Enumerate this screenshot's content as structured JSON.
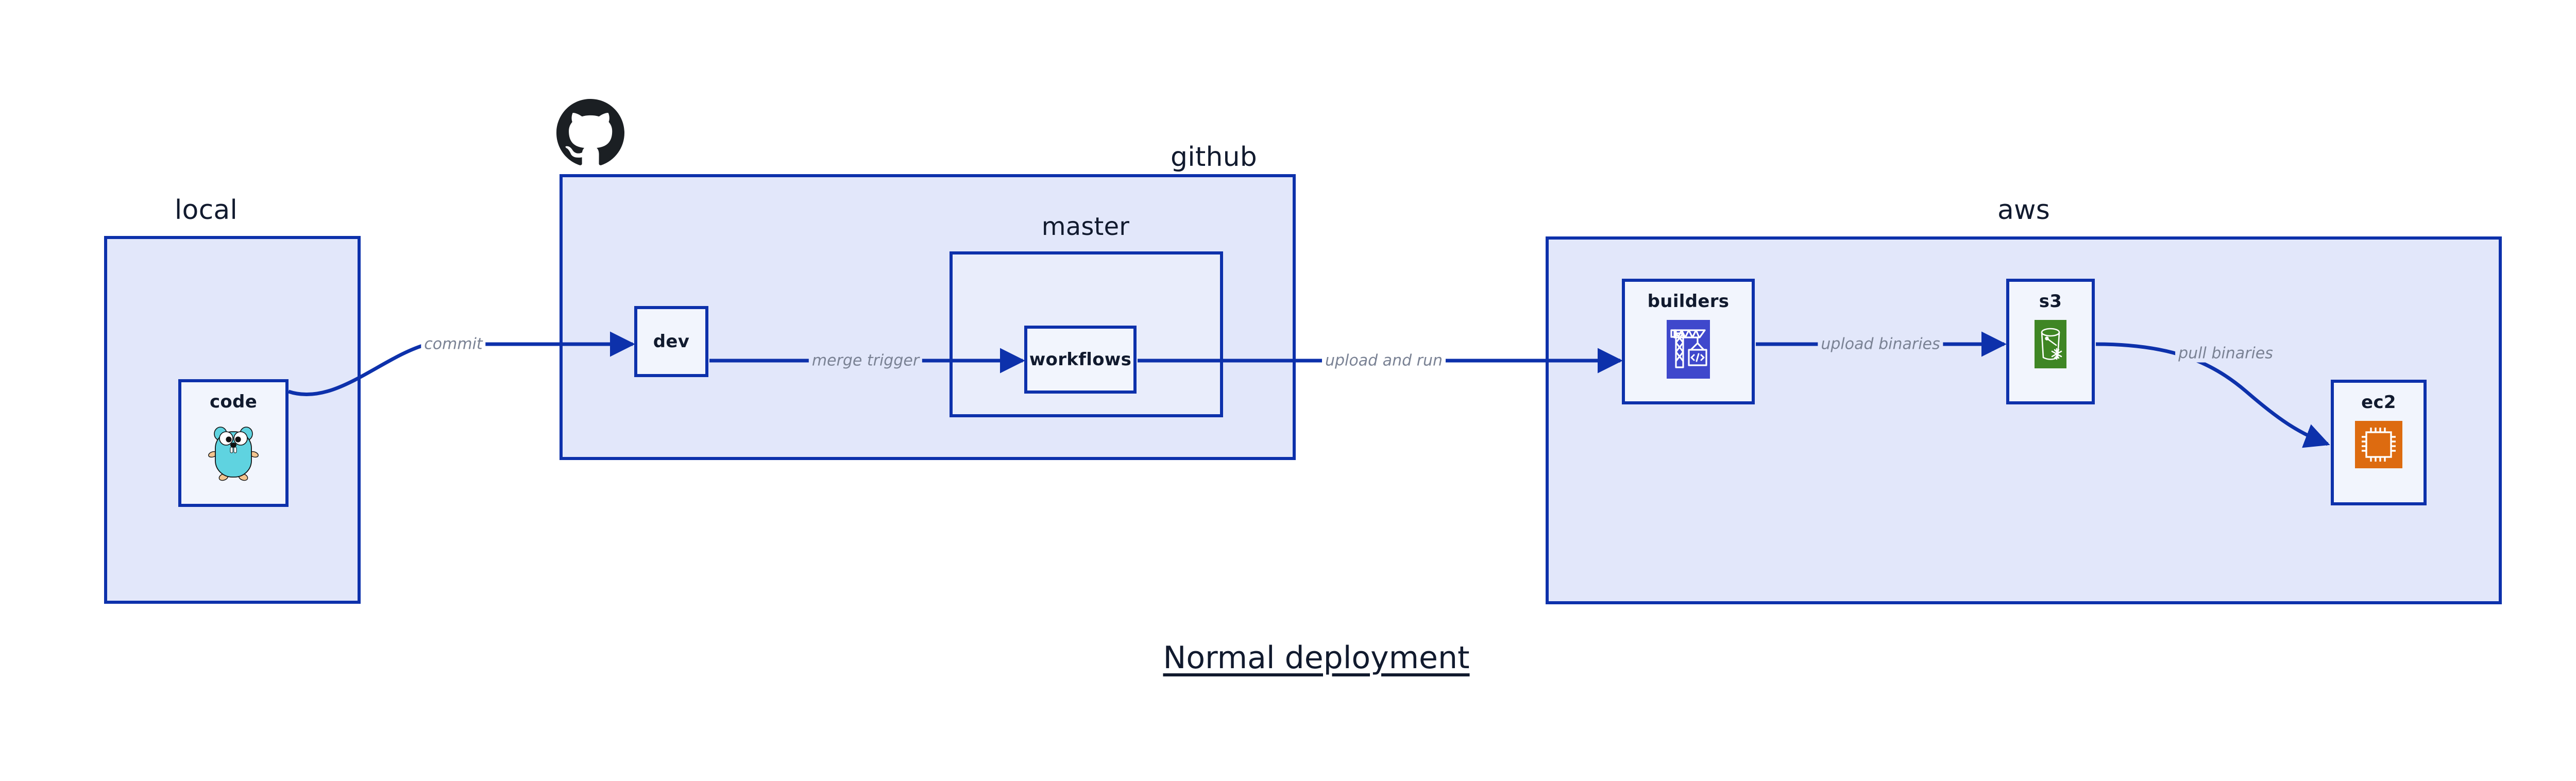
{
  "diagram": {
    "title": "Normal deployment",
    "colors": {
      "group_fill": "#e2e7fa",
      "nested_fill": "#e9edfb",
      "node_fill": "#f2f5fd",
      "stroke": "#0d31ab",
      "text": "#111a2e",
      "edge_label": "#7a8294",
      "codebuild_orange": "#3f48cc",
      "s3_green": "#3f8624",
      "ec2_orange": "#dd6b10",
      "gopher_cyan": "#5fd3e0",
      "github_black": "#1b1f23"
    }
  },
  "groups": [
    {
      "id": "local",
      "label": "local"
    },
    {
      "id": "github",
      "label": "github"
    },
    {
      "id": "master",
      "label": "master"
    },
    {
      "id": "aws",
      "label": "aws"
    }
  ],
  "nodes": [
    {
      "id": "code",
      "label": "code",
      "icon": "go-gopher-icon"
    },
    {
      "id": "dev",
      "label": "dev",
      "icon": "none"
    },
    {
      "id": "workflows",
      "label": "workflows",
      "icon": "none"
    },
    {
      "id": "builders",
      "label": "builders",
      "icon": "aws-codebuild-icon"
    },
    {
      "id": "s3",
      "label": "s3",
      "icon": "aws-s3-glacier-icon"
    },
    {
      "id": "ec2",
      "label": "ec2",
      "icon": "aws-ec2-icon"
    }
  ],
  "edges": [
    {
      "id": "code-to-dev",
      "from": "code",
      "to": "dev",
      "label": "commit"
    },
    {
      "id": "dev-to-workflows",
      "from": "dev",
      "to": "workflows",
      "label": "merge trigger"
    },
    {
      "id": "workflows-to-builders",
      "from": "workflows",
      "to": "builders",
      "label": "upload and run"
    },
    {
      "id": "builders-to-s3",
      "from": "builders",
      "to": "s3",
      "label": "upload binaries"
    },
    {
      "id": "s3-to-ec2",
      "from": "s3",
      "to": "ec2",
      "label": "pull binaries"
    }
  ],
  "logos": [
    {
      "id": "github-logo",
      "name": "github-octocat-icon"
    }
  ]
}
